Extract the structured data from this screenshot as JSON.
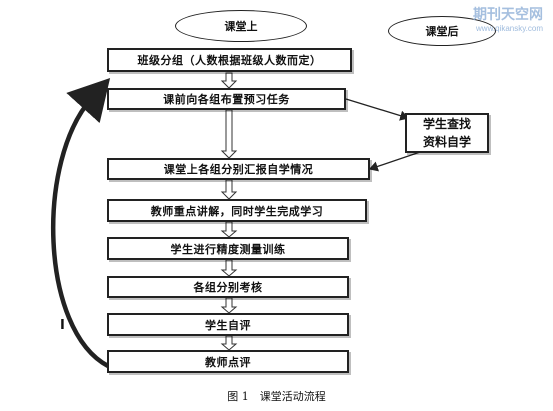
{
  "header": {
    "in_class": "课堂上",
    "after_class": "课堂后"
  },
  "steps": [
    "班级分组（人数根据班级人数而定）",
    "课前向各组布置预习任务",
    "课堂上各组分别汇报自学情况",
    "教师重点讲解，同时学生完成学习",
    "学生进行精度测量训练",
    "各组分别考核",
    "学生自评",
    "教师点评"
  ],
  "side_box": {
    "line1": "学生查找",
    "line2": "资料自学"
  },
  "loop_mark": "I",
  "caption": "图 1　课堂活动流程",
  "watermark": {
    "title": "期刊天空网",
    "url": "www.qikansky.com"
  }
}
